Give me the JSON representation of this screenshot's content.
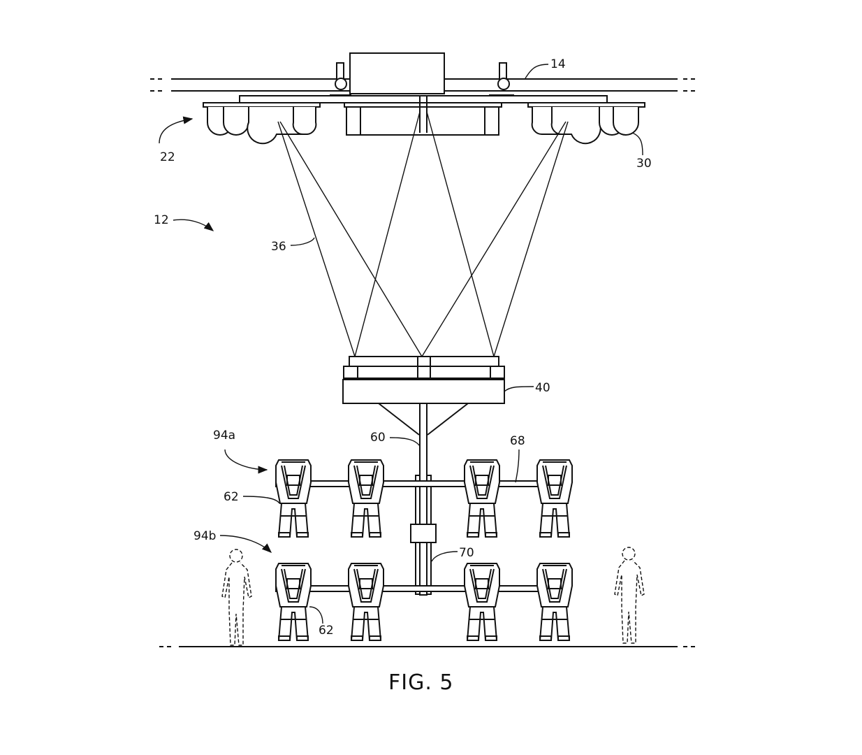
{
  "figure": {
    "title": "FIG. 5",
    "colors": {
      "line": "#111111",
      "background": "#ffffff"
    }
  },
  "labels": {
    "track": "14",
    "trolley_assembly": "22",
    "winch_unit": "30",
    "system": "12",
    "cables": "36",
    "platform": "40",
    "support_post": "60",
    "crossbar": "68",
    "upper_row": "94a",
    "lower_row": "94b",
    "seat_upper": "62",
    "seat_lower": "62",
    "vertical_frame": "70"
  },
  "rows": [
    {
      "id": "94a",
      "seat_count": 4
    },
    {
      "id": "94b",
      "seat_count": 4
    }
  ],
  "bystanders": 2
}
